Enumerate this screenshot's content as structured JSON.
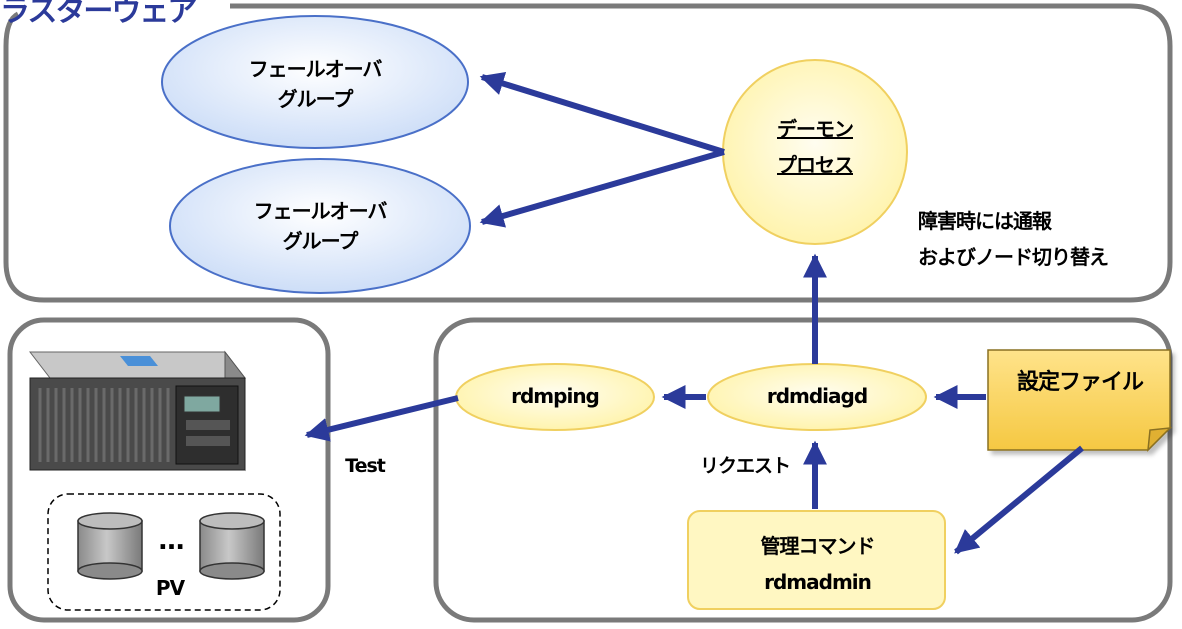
{
  "title": "ラスターウェア",
  "nodes": {
    "failover_group_1": [
      "フェールオーバ",
      "グループ"
    ],
    "failover_group_2": [
      "フェールオーバ",
      "グループ"
    ],
    "daemon_process": [
      "デーモン",
      "プロセス"
    ],
    "rdmping": "rdmping",
    "rdmdiagd": "rdmdiagd",
    "config_file": "設定ファイル",
    "admin_command": [
      "管理コマンド",
      "rdmadmin"
    ],
    "pv_label": "PV",
    "pv_ellipsis": "…"
  },
  "edge_labels": {
    "notify": [
      "障害時には通報",
      "およびノード切り替え"
    ],
    "test": "Test",
    "request": "リクエスト"
  },
  "colors": {
    "ellipse_blue_fill": "#dce8fb",
    "ellipse_blue_stroke": "#4a70c8",
    "yellow_fill": "#fff7c2",
    "yellow_stroke": "#f0d060",
    "note_fill": "#ffd966",
    "arrow": "#2b3a9a",
    "frame": "#7a7a7a"
  }
}
